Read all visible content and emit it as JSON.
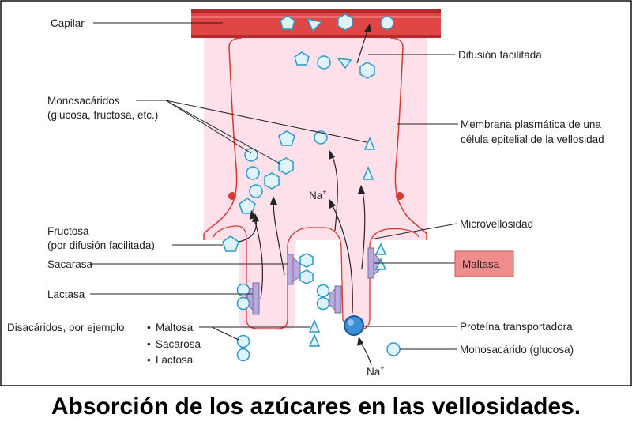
{
  "labels": {
    "capilar": "Capilar",
    "difusion": "Difusión facilitada",
    "mono_line1": "Monosacáridos",
    "mono_line2": "(glucosa, fructosa, etc.)",
    "membrana_line1": "Membrana plasmática de una",
    "membrana_line2": "célula epitelial de la vellosidad",
    "fructosa_line1": "Fructosa",
    "fructosa_line2": "(por difusión facilitada)",
    "microvellosidad": "Microvellosidad",
    "sacarasa": "Sacarasa",
    "maltasa": "Maltasa",
    "lactasa": "Lactasa",
    "disacaridos": "Disacáridos, por ejemplo:",
    "dis_item1": "Maltosa",
    "dis_item2": "Sacarosa",
    "dis_item3": "Lactosa",
    "bullet": "•",
    "proteina": "Proteína transportadora",
    "mono_glucosa": "Monosacárido (glucosa)",
    "na_top": "Na",
    "na_bottom": "Na",
    "na_sup": "+"
  },
  "caption": "Absorción de los azúcares en las vellosidades.",
  "colors": {
    "capillary": "#e04646",
    "cell": "#fde0ea",
    "membrane": "#d9382e",
    "molecule_stroke": "#2a9ac9",
    "molecule_fill": "#dff3fb",
    "enzyme": "#b9a9dc",
    "maltasa_box": "#ef8c8c",
    "transporter": "#3b8fd8"
  }
}
